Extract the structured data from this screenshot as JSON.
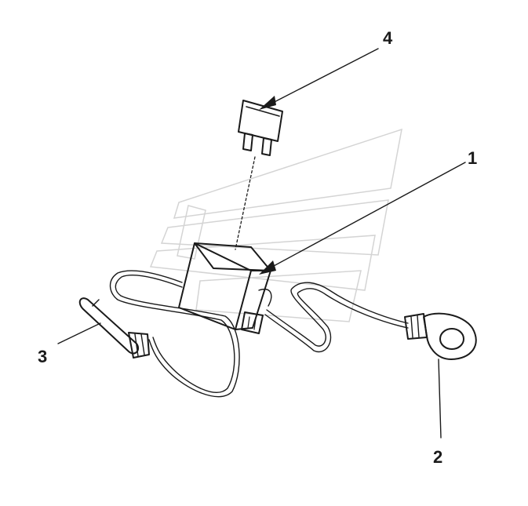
{
  "callouts": [
    {
      "id": "1",
      "label": "1"
    },
    {
      "id": "2",
      "label": "2"
    },
    {
      "id": "3",
      "label": "3"
    },
    {
      "id": "4",
      "label": "4"
    }
  ],
  "colors": {
    "ink": "#1a1a1a",
    "watermark": "#d4d4d4",
    "background": "#ffffff"
  },
  "icons": {
    "fuse": "blade-fuse-icon",
    "holder": "fuse-holder-icon",
    "ring": "ring-terminal-icon",
    "connector": "bullet-connector-icon",
    "watermark": "logo-watermark"
  }
}
